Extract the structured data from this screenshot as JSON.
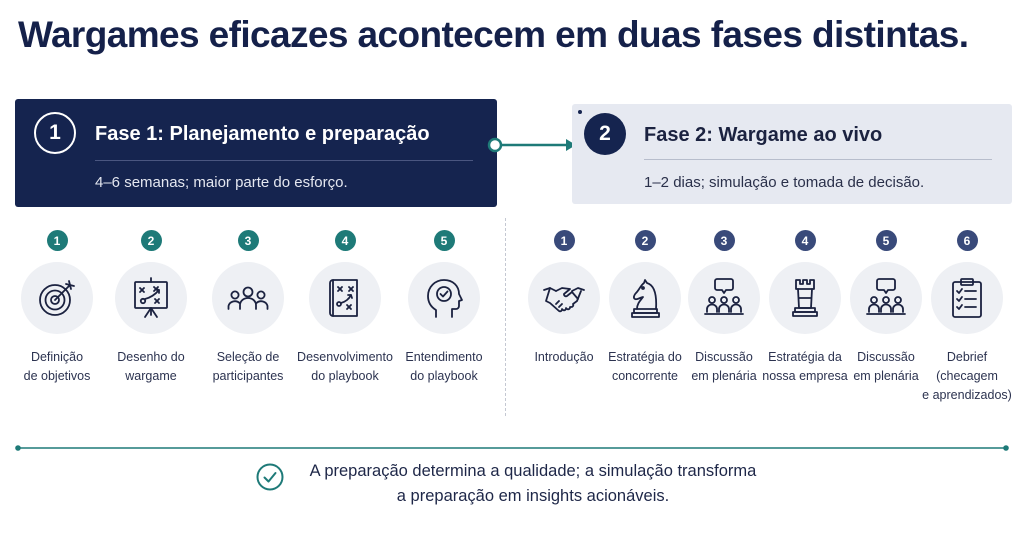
{
  "title": "Wargames eficazes acontecem em duas fases distintas.",
  "phase1": {
    "number": "1",
    "title": "Fase 1: Planejamento e preparação",
    "subtitle": "4–6 semanas; maior parte do esforço.",
    "steps": [
      {
        "number": "1",
        "icon": "target-icon",
        "label": "Definição\nde objetivos"
      },
      {
        "number": "2",
        "icon": "play-diagram-icon",
        "label": "Desenho do\nwargame"
      },
      {
        "number": "3",
        "icon": "people-icon",
        "label": "Seleção de\nparticipantes"
      },
      {
        "number": "4",
        "icon": "playbook-icon",
        "label": "Desenvolvimento\ndo playbook"
      },
      {
        "number": "5",
        "icon": "head-check-icon",
        "label": "Entendimento\ndo playbook"
      }
    ]
  },
  "phase2": {
    "number": "2",
    "title": "Fase 2: Wargame ao vivo",
    "subtitle": "1–2 dias; simulação e tomada de decisão.",
    "steps": [
      {
        "number": "1",
        "icon": "handshake-icon",
        "label": "Introdução"
      },
      {
        "number": "2",
        "icon": "chess-knight-icon",
        "label": "Estratégia do\nconcorrente"
      },
      {
        "number": "3",
        "icon": "plenary-discussion-icon",
        "label": "Discussão\nem plenária"
      },
      {
        "number": "4",
        "icon": "chess-rook-icon",
        "label": "Estratégia da\nnossa empresa"
      },
      {
        "number": "5",
        "icon": "plenary-discussion-icon",
        "label": "Discussão\nem plenária"
      },
      {
        "number": "6",
        "icon": "clipboard-checklist-icon",
        "label": "Debrief\n(checagem\ne aprendizados)"
      }
    ]
  },
  "footer": {
    "icon": "check-circle-icon",
    "text": "A preparação determina a qualidade; a simulação transforma\na preparação em insights acionáveis."
  },
  "colors": {
    "navy": "#15244f",
    "teal": "#1e7a78",
    "light_panel": "#e6e9f1",
    "icon_bg": "#eef0f4"
  }
}
